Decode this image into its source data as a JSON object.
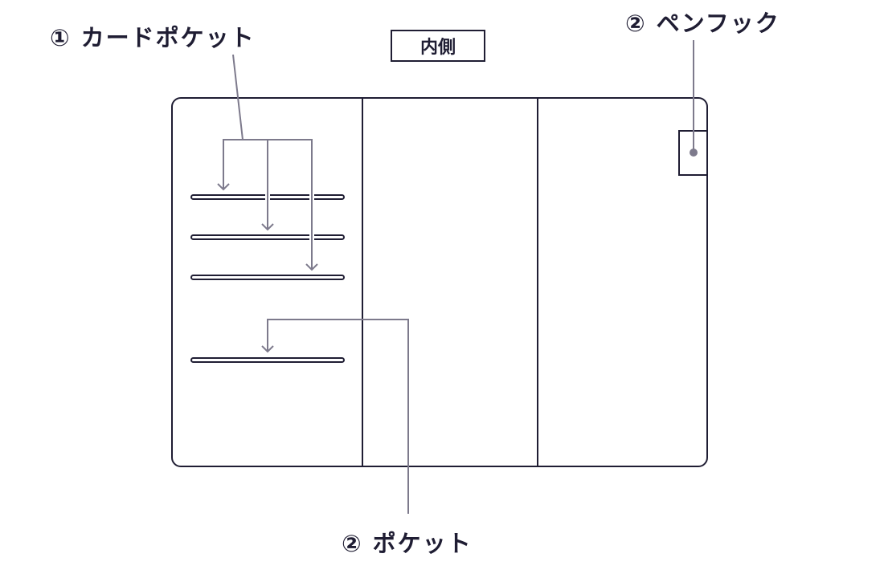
{
  "labels": {
    "card_pocket": "① カードポケット",
    "inside": "内側",
    "pen_hook": "② ペンフック",
    "pocket": "② ポケット"
  },
  "colors": {
    "outline": "#1f1d33",
    "leader": "#7d7a8c"
  }
}
